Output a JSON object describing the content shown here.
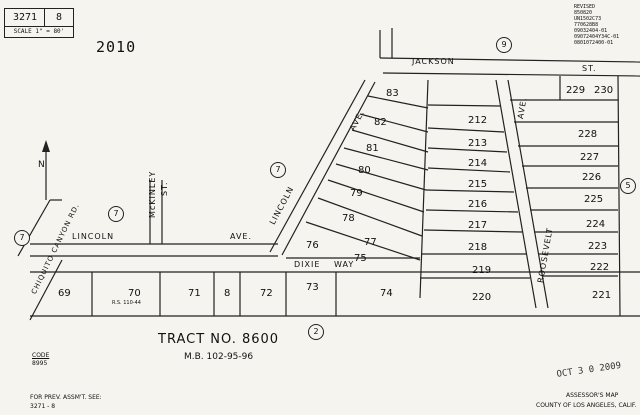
{
  "header": {
    "book": "3271",
    "page": "8",
    "scale": "SCALE 1\" = 80'",
    "year_code": "2010",
    "revised_stamp": [
      "REVISED",
      "850820",
      "UN1502C73",
      "770628B8",
      "09032404-01",
      "09072404Y34C-01",
      "0801072400-01"
    ]
  },
  "streets": {
    "jackson": "JACKSON",
    "st": "ST.",
    "lincoln_ave": "LINCOLN",
    "ave_label": "AVE.",
    "lincoln_vertical": "LINCOLN",
    "ave_upper": "AVE.",
    "mckinley": "McKINLEY",
    "mckinley_st": "ST.",
    "chiquito": "CHIQUITO CANYON RD.",
    "roosevelt": "ROOSEVELT",
    "ave_roosevelt": "AVE.",
    "ave_right": "AVE.",
    "dixie": "DIXIE",
    "way": "WAY"
  },
  "circled_numbers": {
    "c9": "9",
    "c7_center": "7",
    "c7_left": "7",
    "c7_far_left": "7",
    "c5": "5",
    "c2": "2"
  },
  "lots_upper": [
    "83",
    "82",
    "81",
    "80",
    "79",
    "78",
    "77",
    "76",
    "75"
  ],
  "lots_middle": [
    "212",
    "213",
    "214",
    "215",
    "216",
    "217",
    "218",
    "219",
    "220"
  ],
  "lots_right": [
    "229",
    "230",
    "228",
    "227",
    "226",
    "225",
    "224",
    "223",
    "222",
    "221"
  ],
  "lots_bottom": [
    "69",
    "70",
    "71",
    "8",
    "72",
    "73",
    "74"
  ],
  "bottom_notes": {
    "rs": "R.S. 110-44",
    "tract": "TRACT NO. 8600",
    "mb": "M.B. 102-95-96",
    "code_label": "CODE",
    "code_value": "8995",
    "for_prev": "FOR PREV. ASSM'T. SEE:",
    "for_prev_ref": "3271 - 8",
    "assessor": "ASSESSOR'S MAP",
    "county": "COUNTY OF LOS ANGELES, CALIF.",
    "stamp_date": "OCT 3 0 2009"
  },
  "north": "N"
}
